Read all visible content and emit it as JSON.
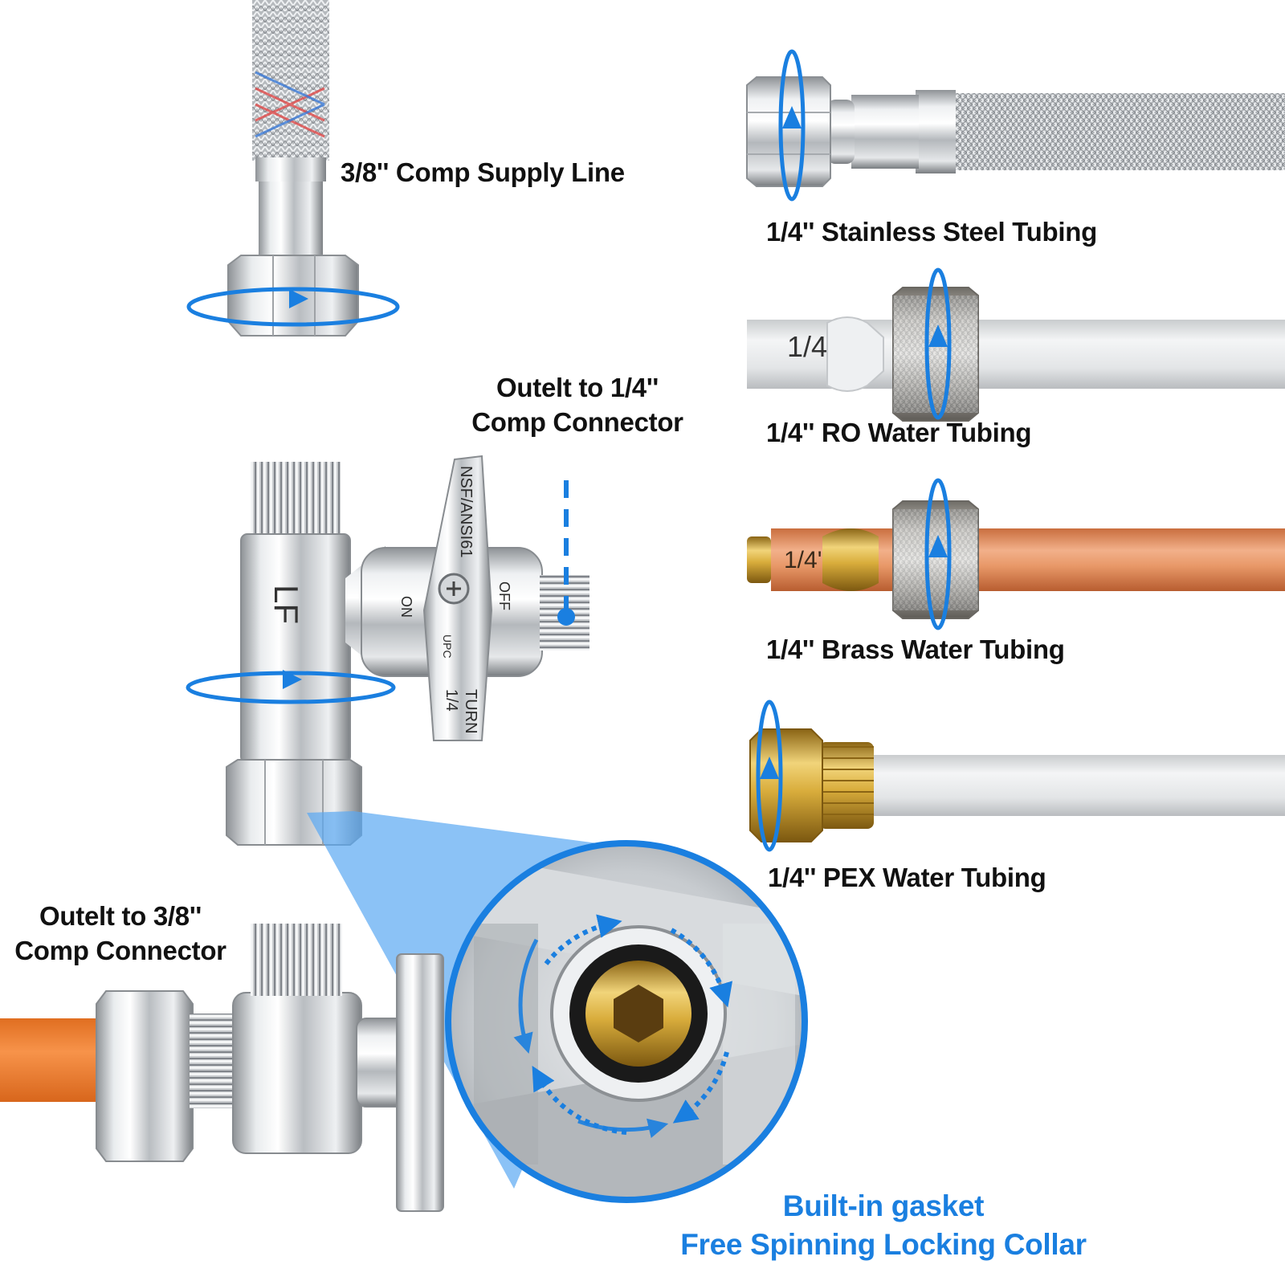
{
  "labels": {
    "supply_line": "3/8'' Comp Supply Line",
    "outlet_quarter_line1": "Outelt to 1/4''",
    "outlet_quarter_line2": "Comp Connector",
    "outlet_threeeighths_line1": "Outelt to 3/8''",
    "outlet_threeeighths_line2": "Comp Connector",
    "gasket_line1": "Built-in gasket",
    "gasket_line2": "Free Spinning Locking Collar"
  },
  "tubing": [
    {
      "label": "1/4'' Stainless Steel Tubing"
    },
    {
      "label": "1/4'' RO Water Tubing",
      "mark": "1/4"
    },
    {
      "label": "1/4'' Brass Water Tubing",
      "mark": "1/4'"
    },
    {
      "label": "1/4'' PEX Water Tubing"
    }
  ],
  "valve_markings": {
    "handle_text": "NSF/ANSI61",
    "on": "ON",
    "off": "OFF",
    "body": "LF",
    "turn_line1": "1/4",
    "turn_line2": "TURN",
    "cert": "UPC"
  },
  "colors": {
    "accent_blue": "#1a7fe0",
    "orange_pipe": "#f08a3c",
    "copper_pipe": "#eb9a6a",
    "brass": "#d4a93a",
    "callout_fill": "#5aa8f2"
  }
}
